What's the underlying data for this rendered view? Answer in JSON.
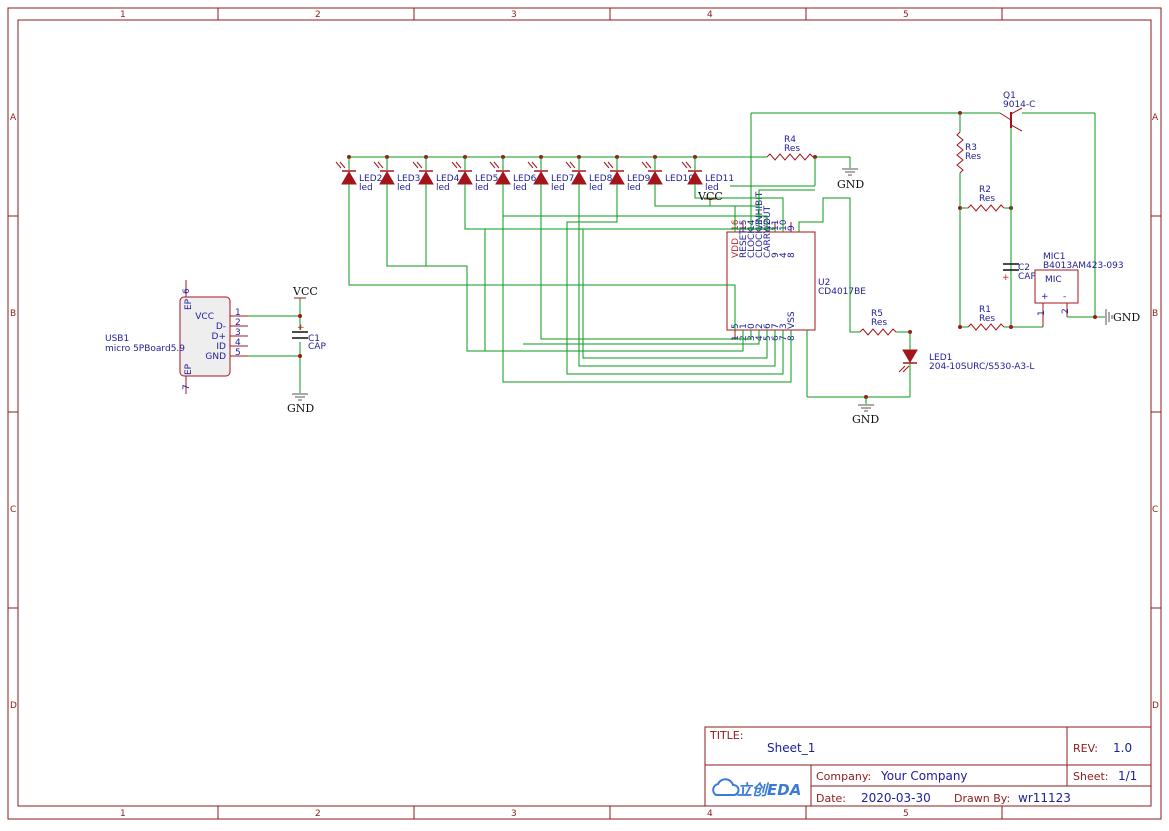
{
  "title_block": {
    "title_label": "TITLE:",
    "title_value": "Sheet_1",
    "rev_label": "REV:",
    "rev_value": "1.0",
    "company_label": "Company:",
    "company_value": "Your Company",
    "sheet_label": "Sheet:",
    "sheet_value": "1/1",
    "date_label": "Date:",
    "date_value": "2020-03-30",
    "drawn_label": "Drawn By:",
    "drawn_value": "wr11123",
    "logo_text": "立创EDA"
  },
  "zones": {
    "columns": [
      "1",
      "2",
      "3",
      "4",
      "5"
    ],
    "rows": [
      "A",
      "B",
      "C",
      "D"
    ]
  },
  "usb1": {
    "designator": "USB1",
    "value": "micro 5PBoard5.9",
    "pins": [
      "VCC",
      "D-",
      "D+",
      "ID",
      "GND"
    ],
    "pin_numbers": [
      "1",
      "2",
      "3",
      "4",
      "5"
    ],
    "ep_top": "EP",
    "ep_top_num": "6",
    "ep_bottom": "EP",
    "ep_bottom_num": "7"
  },
  "c1": {
    "designator": "C1",
    "value": "CAP",
    "plus": "+"
  },
  "c2": {
    "designator": "C2",
    "value": "CAP",
    "plus": "+"
  },
  "nets": {
    "vcc": "VCC",
    "gnd": "GND"
  },
  "leds": [
    {
      "designator": "LED2",
      "value": "led"
    },
    {
      "designator": "LED3",
      "value": "led"
    },
    {
      "designator": "LED4",
      "value": "led"
    },
    {
      "designator": "LED5",
      "value": "led"
    },
    {
      "designator": "LED6",
      "value": "led"
    },
    {
      "designator": "LED7",
      "value": "led"
    },
    {
      "designator": "LED8",
      "value": "led"
    },
    {
      "designator": "LED9",
      "value": "led"
    },
    {
      "designator": "LED10",
      "value": ""
    },
    {
      "designator": "LED11",
      "value": "led"
    }
  ],
  "led1": {
    "designator": "LED1",
    "value": "204-10SURC/S530-A3-L"
  },
  "resistors": {
    "r1": {
      "designator": "R1",
      "value": "Res"
    },
    "r2": {
      "designator": "R2",
      "value": "Res"
    },
    "r3": {
      "designator": "R3",
      "value": "Res"
    },
    "r4": {
      "designator": "R4",
      "value": "Res"
    },
    "r5": {
      "designator": "R5",
      "value": "Res"
    }
  },
  "q1": {
    "designator": "Q1",
    "value": "9014-C"
  },
  "mic1": {
    "designator": "MIC1",
    "value": "B4013AM423-093",
    "label": "MIC",
    "plus": "+",
    "minus": "-",
    "pin1": "1",
    "pin2": "2"
  },
  "u2": {
    "designator": "U2",
    "value": "CD4017BE",
    "top_pins": [
      {
        "name": "VDD",
        "num": "16"
      },
      {
        "name": "RESET",
        "num": "15"
      },
      {
        "name": "CLOCK",
        "num": "14"
      },
      {
        "name": "CLOCK/INHIBIT",
        "num": "13"
      },
      {
        "name": "CARRY/OUT",
        "num": "12"
      },
      {
        "name": "9",
        "num": "11"
      },
      {
        "name": "4",
        "num": "10"
      },
      {
        "name": "8",
        "num": "9"
      }
    ],
    "bottom_pins": [
      {
        "name": "5",
        "num": "1"
      },
      {
        "name": "1",
        "num": "2"
      },
      {
        "name": "0",
        "num": "3"
      },
      {
        "name": "2",
        "num": "4"
      },
      {
        "name": "6",
        "num": "5"
      },
      {
        "name": "7",
        "num": "6"
      },
      {
        "name": "3",
        "num": "7"
      },
      {
        "name": "VSS",
        "num": "8"
      }
    ]
  }
}
